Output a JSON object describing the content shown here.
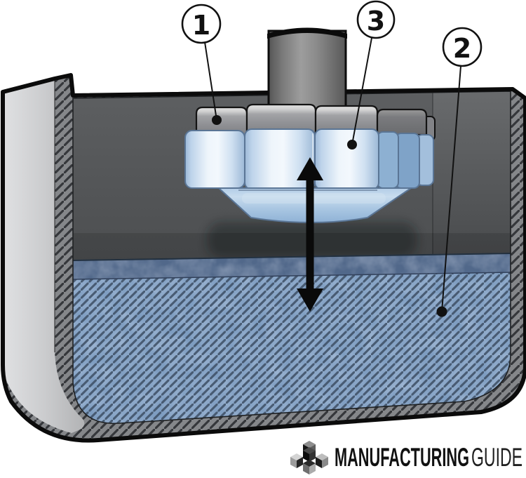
{
  "figure": {
    "callouts": [
      {
        "label": "1"
      },
      {
        "label": "2"
      },
      {
        "label": "3"
      }
    ],
    "colors": {
      "bath_blue": "#7E9DC1",
      "bath_stripe": "#42536A",
      "bath_surface_band": "#51688A",
      "fixture_blue_light": "#EAF2FA",
      "fixture_blue_shade": "#A9C4E0",
      "cone_blue": "#A9C6E2",
      "tank_outer_gray": "#C9CACC",
      "tank_cut_gray": "#85878A",
      "tank_interior_gray": "#4C4E50",
      "outline_black": "#0B0B0B",
      "arrow_black": "#0A0A0A",
      "logo_text": "#111111"
    }
  },
  "branding": {
    "brand_primary": "MANUFACTURING",
    "brand_secondary": "GUIDE"
  }
}
